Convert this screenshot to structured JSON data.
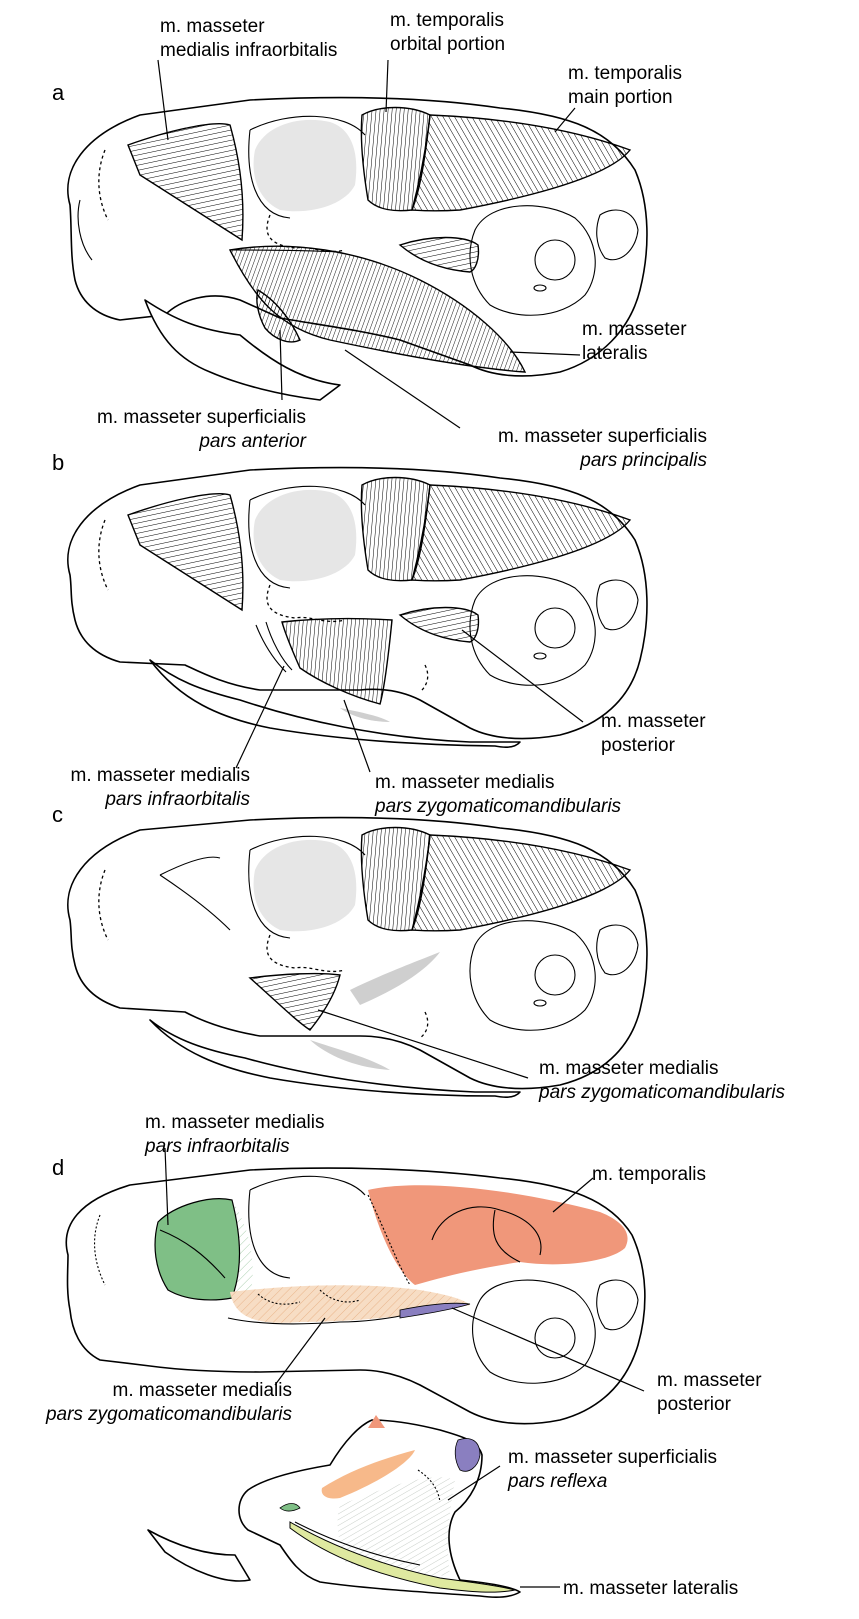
{
  "panels": {
    "a": {
      "letter": "a",
      "labels": {
        "mmmi_1": "m. masseter",
        "mmmi_2": "medialis infraorbitalis",
        "tor_1": "m. temporalis",
        "tor_2": "orbital portion",
        "tmp_1": "m. temporalis",
        "tmp_2": "main portion",
        "ml_1": "m. masseter",
        "ml_2": "lateralis",
        "msa_1": "m. masseter superficialis",
        "msa_2": "pars anterior",
        "msp_1": "m. masseter superficialis",
        "msp_2": "pars principalis"
      }
    },
    "b": {
      "letter": "b",
      "labels": {
        "mp_1": "m. masseter",
        "mp_2": "posterior",
        "mmi_1": "m. masseter medialis",
        "mmi_2": "pars infraorbitalis",
        "mmz_1": "m. masseter medialis",
        "mmz_2": "pars zygomaticomandibularis"
      }
    },
    "c": {
      "letter": "c",
      "labels": {
        "mmz_1": "m. masseter medialis",
        "mmz_2": "pars zygomaticomandibularis"
      }
    },
    "d": {
      "letter": "d",
      "labels": {
        "mmi_1": "m. masseter medialis",
        "mmi_2": "pars infraorbitalis",
        "tem": "m. temporalis",
        "mp_1": "m. masseter",
        "mp_2": "posterior",
        "mmz_1": "m. masseter medialis",
        "mmz_2": "pars zygomaticomandibularis",
        "msr_1": "m. masseter superficialis",
        "msr_2": "pars reflexa",
        "ml": "m. masseter lateralis"
      }
    }
  },
  "colors": {
    "temporalis": "#f0977a",
    "infraorbitalis": "#7fbf86",
    "zygomaticomandibularis": "#f7ddc4",
    "posterior": "#8a7fc0",
    "superficialis_reflexa": "#f7b98a",
    "lateralis": "#dfe9a0",
    "grey_fossa": "#e6e6e6"
  }
}
